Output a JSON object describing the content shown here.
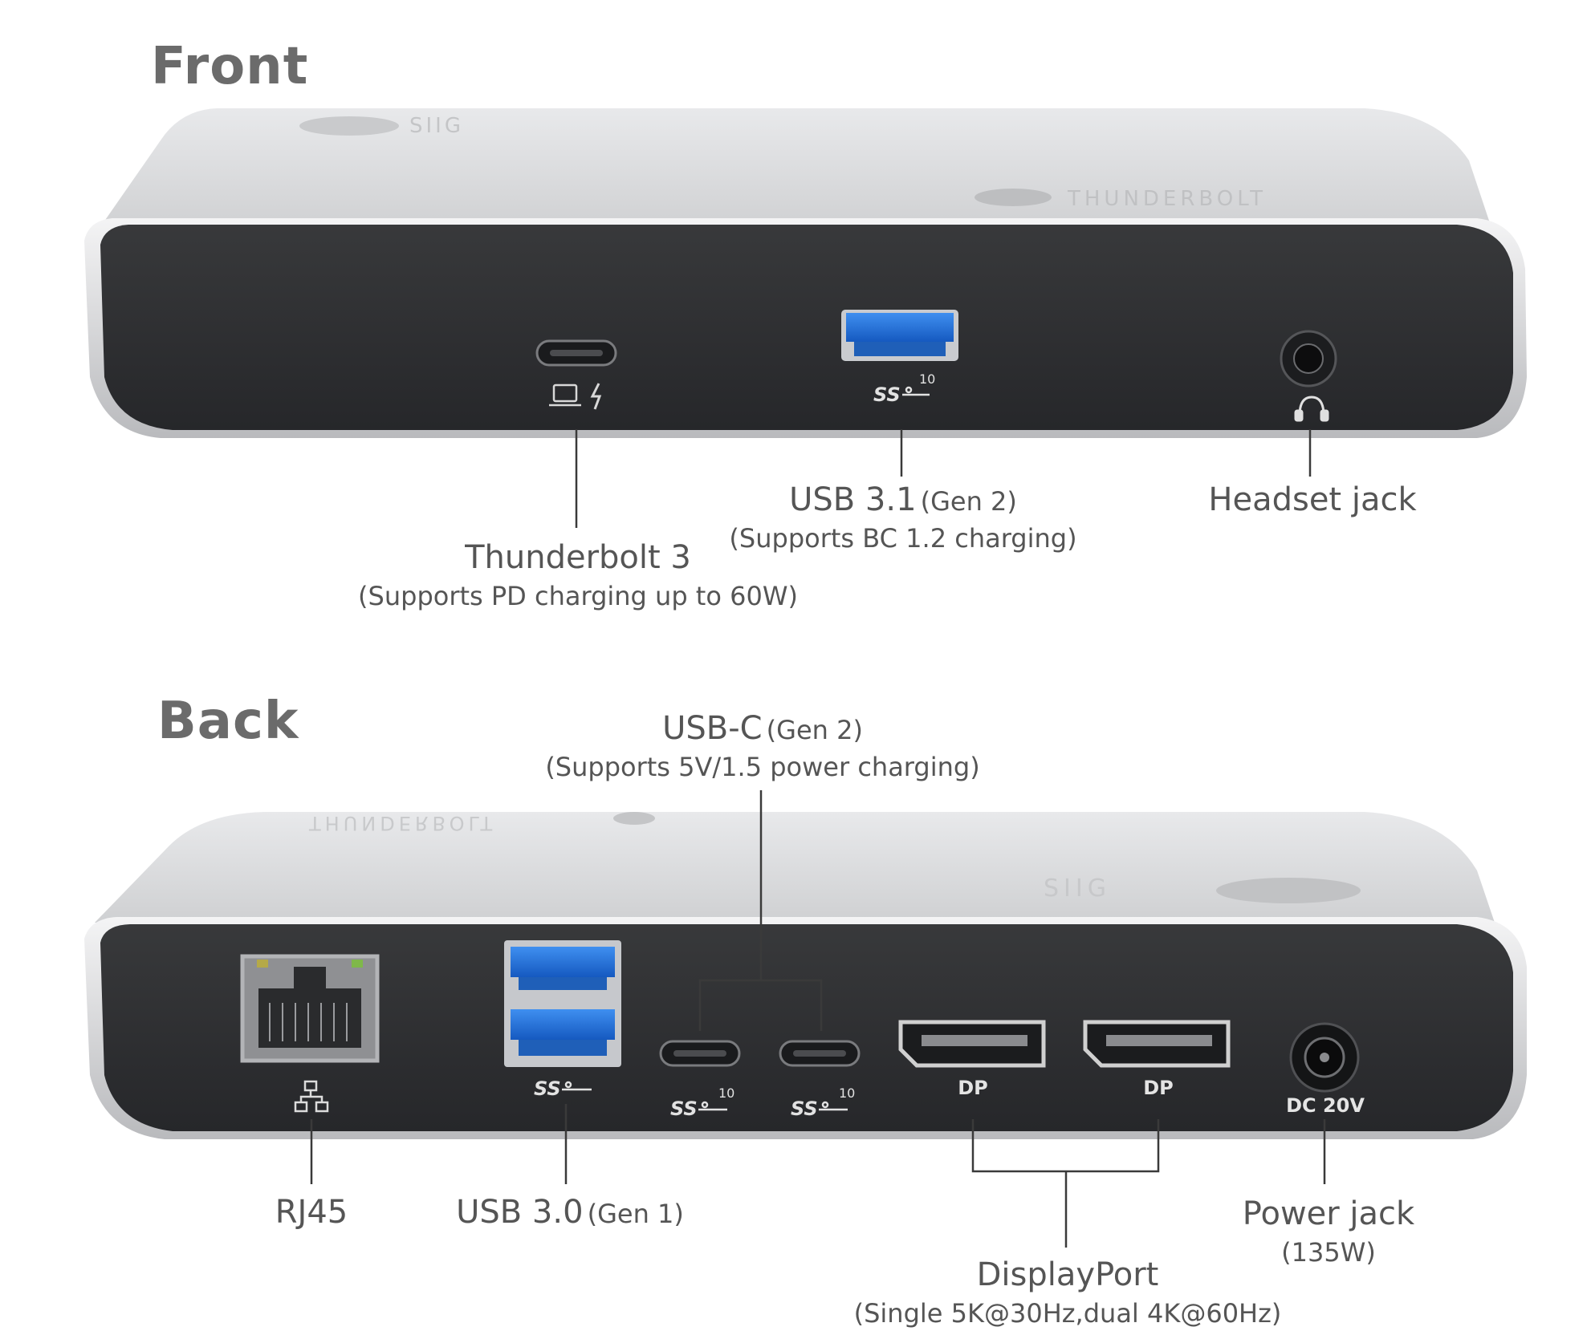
{
  "sections": {
    "front": {
      "title": "Front"
    },
    "back": {
      "title": "Back"
    }
  },
  "device": {
    "brand_logo_text": "SIIG",
    "thunderbolt_logo_text": "THUNDERBOLT"
  },
  "port_marks": {
    "dp": "DP",
    "dc": "DC 20V",
    "ss10": "10"
  },
  "front_callouts": {
    "thunderbolt": {
      "name": "Thunderbolt 3",
      "detail": "",
      "note": "(Supports PD charging up to 60W)"
    },
    "usb31": {
      "name": "USB 3.1",
      "detail": "(Gen 2)",
      "note": "(Supports BC 1.2 charging)"
    },
    "headset": {
      "name": "Headset jack",
      "detail": "",
      "note": ""
    }
  },
  "back_callouts": {
    "usbc": {
      "name": "USB-C",
      "detail": "(Gen 2)",
      "note": "(Supports 5V/1.5 power charging)"
    },
    "rj45": {
      "name": "RJ45",
      "detail": "",
      "note": ""
    },
    "usb30": {
      "name": "USB 3.0",
      "detail": "(Gen 1)",
      "note": ""
    },
    "displayport": {
      "name": "DisplayPort",
      "detail": "",
      "note": "(Single 5K@30Hz,dual 4K@60Hz)"
    },
    "power": {
      "name": "Power jack",
      "detail": "",
      "note": "(135W)"
    }
  },
  "colors": {
    "chassis_top": "#d9dadc",
    "panel": "#2e2f31",
    "usb_blue": "#1f6fd6",
    "text": "#555555"
  }
}
